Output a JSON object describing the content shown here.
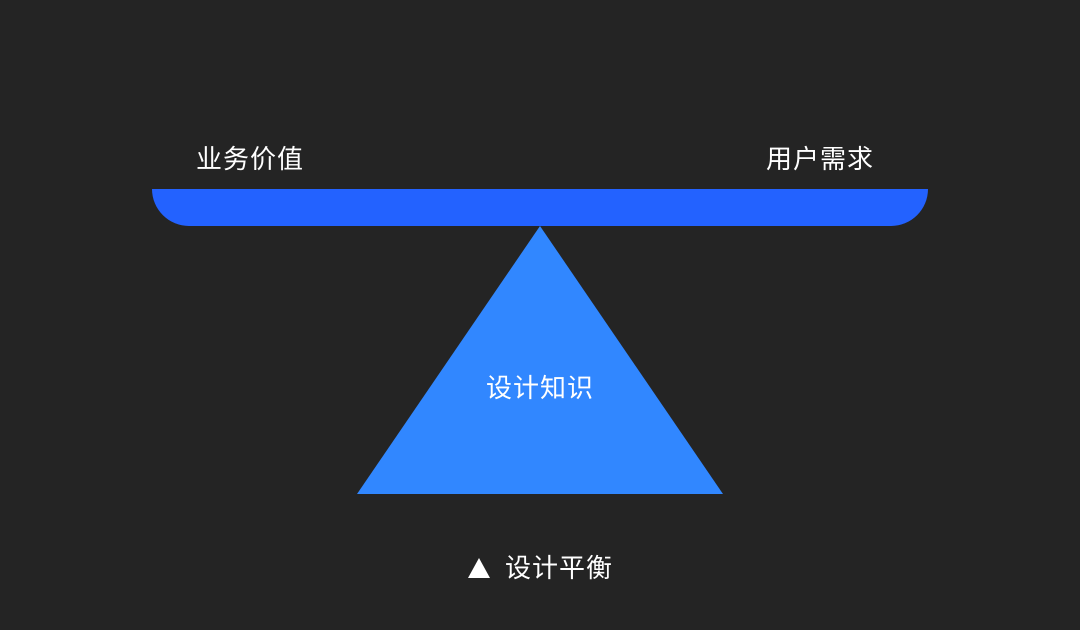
{
  "balance": {
    "left_label": "业务价值",
    "right_label": "用户需求",
    "fulcrum_label": "设计知识"
  },
  "caption": {
    "icon": "triangle-up-icon",
    "text": "设计平衡"
  },
  "colors": {
    "background": "#242424",
    "beam": "#2362FF",
    "fulcrum": "#3187FF",
    "text": "#FFFFFF"
  }
}
